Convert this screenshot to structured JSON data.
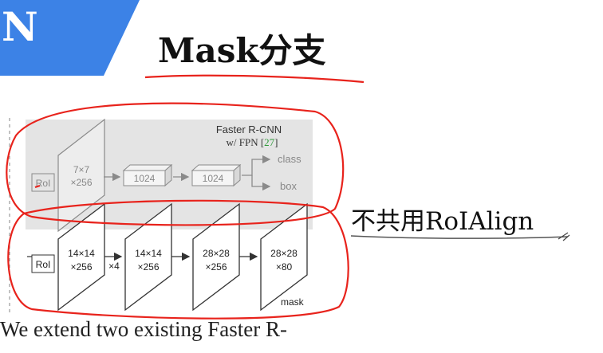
{
  "slide": {
    "corner_text": "N",
    "title": "Mask分支",
    "side_note": "不共用RoIAlign",
    "body_text": "We extend two existing Faster R-"
  },
  "diagram": {
    "box_header_line1": "Faster R-CNN",
    "box_header_line2_prefix": "w/ FPN [",
    "box_header_ref": "27",
    "box_header_line2_suffix": "]",
    "top": {
      "roi": "RoI",
      "feat_line1": "7×7",
      "feat_line2": "×256",
      "fc1": "1024",
      "fc2": "1024",
      "out_class": "class",
      "out_box": "box"
    },
    "bottom": {
      "roi": "RoI",
      "f1_line1": "14×14",
      "f1_line2": "×256",
      "repeat": "×4",
      "f2_line1": "14×14",
      "f2_line2": "×256",
      "f3_line1": "28×28",
      "f3_line2": "×256",
      "f4_line1": "28×28",
      "f4_line2": "×80",
      "mask": "mask"
    }
  },
  "colors": {
    "banner": "#3c82e6",
    "annotation_red": "#e8231c",
    "gray_panel": "#e4e4e4",
    "ref_green": "#2f9a3a"
  }
}
